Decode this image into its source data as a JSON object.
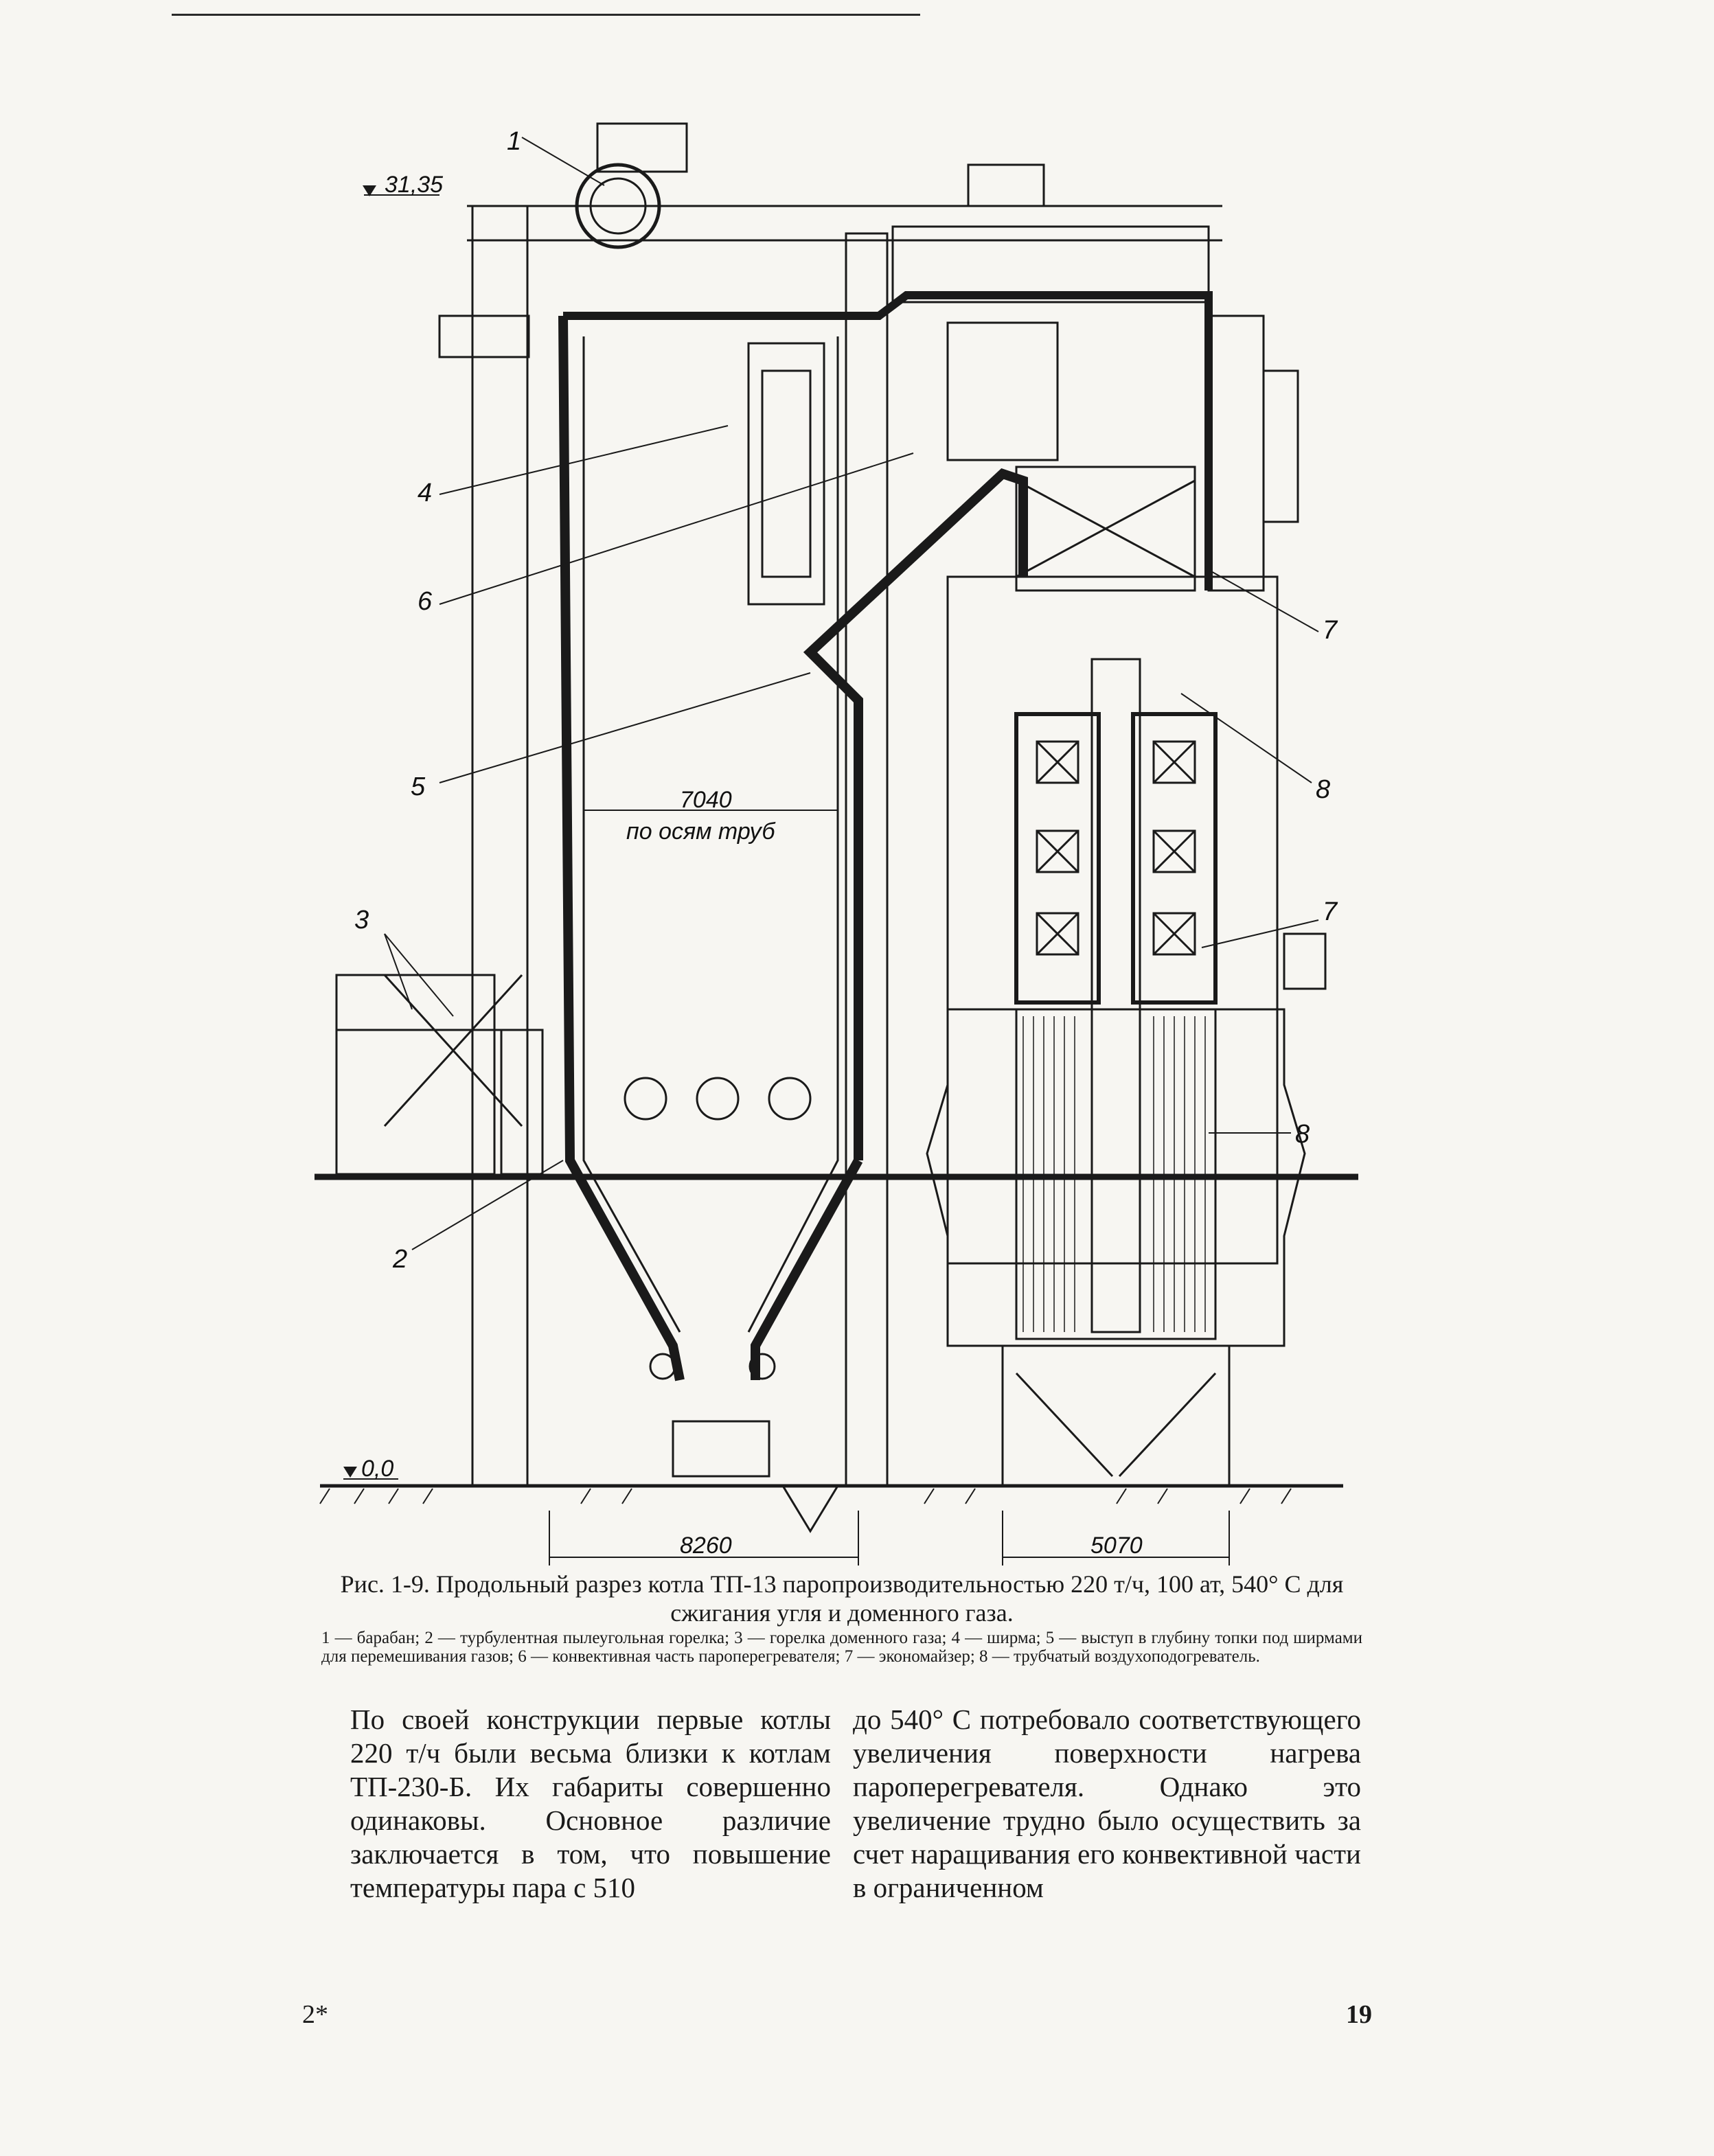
{
  "figure": {
    "label_numbers": [
      "1",
      "2",
      "3",
      "4",
      "5",
      "6",
      "7",
      "7",
      "8",
      "8"
    ],
    "elevation_top": "31,35",
    "elevation_ground": "0,0",
    "dim_furnace_width": "7040",
    "dim_furnace_note": "по осям труб",
    "dim_base_left": "8260",
    "dim_base_right": "5070"
  },
  "caption": {
    "title": "Рис. 1-9. Продольный разрез котла ТП-13 паропроизводительностью 220 т/ч, 100 ат, 540° С для сжигания угля и доменного газа.",
    "legend": "1 — барабан; 2 — турбулентная пылеугольная горелка; 3 — горелка доменного газа; 4 — ширма; 5 — выступ в глубину топки под ширмами для перемешивания газов; 6 — конвективная часть пароперегревателя; 7 — экономайзер; 8 — трубчатый воздухоподогреватель."
  },
  "body": {
    "left_column": "По своей конструкции первые котлы 220 т/ч были весьма близки к котлам ТП-230-Б. Их габариты совершенно одинаковы. Основное различие заключается в том, что повышение температуры пара с 510",
    "right_column": "до 540° С потребовало соответствующего увеличения поверхности нагрева пароперегревателя. Однако это увеличение трудно было осуществить за счет наращивания его конвективной части в ограниченном"
  },
  "footer": {
    "signature": "2*",
    "page_number": "19"
  }
}
